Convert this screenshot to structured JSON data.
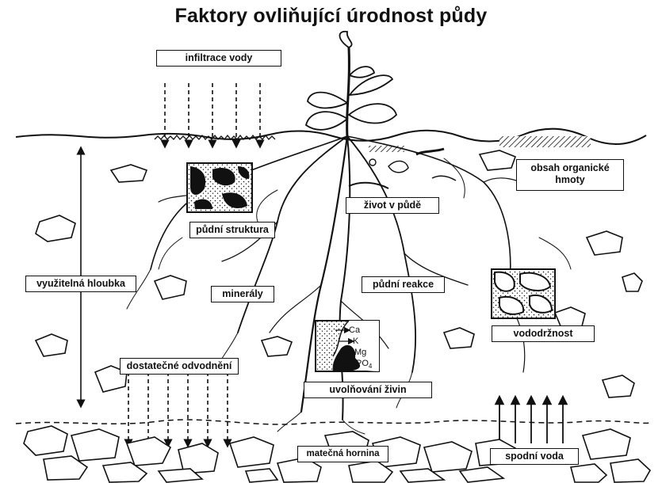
{
  "title": "Faktory ovliňující úrodnost půdy",
  "labels": {
    "water_infiltration": "infiltrace vody",
    "life_in_soil": "život v půdě",
    "organic_matter": "obsah organické hmoty",
    "soil_structure": "půdní struktura",
    "usable_depth": "využitelná hloubka",
    "minerals": "minerály",
    "soil_reaction": "půdní reakce",
    "water_retention": "vododržnost",
    "sufficient_drainage": "dostatečné odvodnění",
    "nutrient_release": "uvolňování živin",
    "parent_rock": "matečná hornina",
    "groundwater": "spodní voda"
  },
  "nutrients": [
    "Ca",
    "K",
    "Mg",
    "PO",
    "4"
  ],
  "colors": {
    "ink": "#111111",
    "background": "#ffffff"
  }
}
